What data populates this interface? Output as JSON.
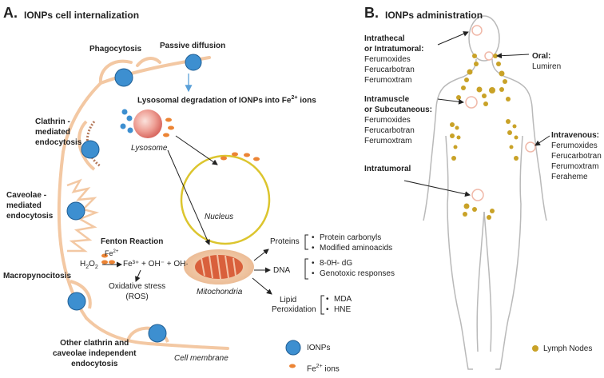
{
  "panel_a": {
    "letter": "A.",
    "title": "IONPs cell internalization",
    "labels": {
      "phagocytosis": "Phagocytosis",
      "passive_diffusion": "Passive diffusion",
      "lysosomal_degradation": "Lysosomal degradation of IONPs into Fe",
      "lysosomal_degradation_sup": "2+",
      "lysosomal_degradation_end": " ions",
      "clathrin_1": "Clathrin -",
      "clathrin_2": "mediated",
      "clathrin_3": "endocytosis",
      "lysosome": "Lysosome",
      "caveolae_1": "Caveolae -",
      "caveolae_2": "mediated",
      "caveolae_3": "endocytosis",
      "nucleus": "Nucleus",
      "fenton": "Fenton Reaction",
      "macropinocytosis": "Macropynocitosis",
      "fe2_label": "Fe",
      "fe2_sup": "2+",
      "h2o2": "H",
      "h2o2_sub1": "2",
      "h2o2_o": "O",
      "h2o2_sub2": "2",
      "fe3_reaction": "Fe³⁺ + OH⁻ + OH·",
      "oxidative_1": "Oxidative stress",
      "oxidative_2": "(ROS)",
      "mitochondria": "Mitochondria",
      "proteins": "Proteins",
      "dna": "DNA",
      "lipid_1": "Lipid",
      "lipid_2": "Peroxidation",
      "other_1": "Other clathrin and",
      "other_2": "caveolae independent",
      "other_3": "endocytosis",
      "cell_membrane": "Cell membrane"
    },
    "protein_effects": [
      "Protein carbonyls",
      "Modified aminoacids"
    ],
    "dna_effects": [
      "8-0H- dG",
      "Genotoxic responses"
    ],
    "lipid_effects": [
      "MDA",
      "HNE"
    ],
    "legend": {
      "ionps": "IONPs",
      "fe_ions": "Fe",
      "fe_ions_sup": "2+",
      "fe_ions_end": " ions"
    }
  },
  "panel_b": {
    "letter": "B.",
    "title": "IONPs administration",
    "routes": {
      "intrathecal_1": "Intrathecal",
      "intrathecal_2": "or Intratumoral:",
      "intrathecal_agents": [
        "Ferumoxides",
        "Ferucarbotran",
        "Ferumoxtram"
      ],
      "oral": "Oral:",
      "oral_agents": [
        "Lumiren"
      ],
      "intramuscle_1": "Intramuscle",
      "intramuscle_2": "or Subcutaneous:",
      "intramuscle_agents": [
        "Ferumoxides",
        "Ferucarbotran",
        "Ferumoxtram"
      ],
      "intravenous": "Intravenous:",
      "intravenous_agents": [
        "Ferumoxides",
        "Ferucarbotran",
        "Ferumoxtram",
        "Feraheme"
      ],
      "intratumoral": "Intratumoral"
    },
    "legend": {
      "lymph_nodes": "Lymph Nodes"
    }
  },
  "colors": {
    "membrane": "#f3c8a3",
    "ionp_fill": "#3d8fd0",
    "ionp_stroke": "#1f5e94",
    "fe_ion": "#ec8434",
    "nucleus_stroke": "#dcc52e",
    "lysosome": "#e8877d",
    "mitochondria": "#d9603c",
    "lymph_node": "#c9a227",
    "body_outline": "#b9b9b9",
    "arrow": "#222222",
    "diffusion_arrow": "#5aa0d8"
  }
}
